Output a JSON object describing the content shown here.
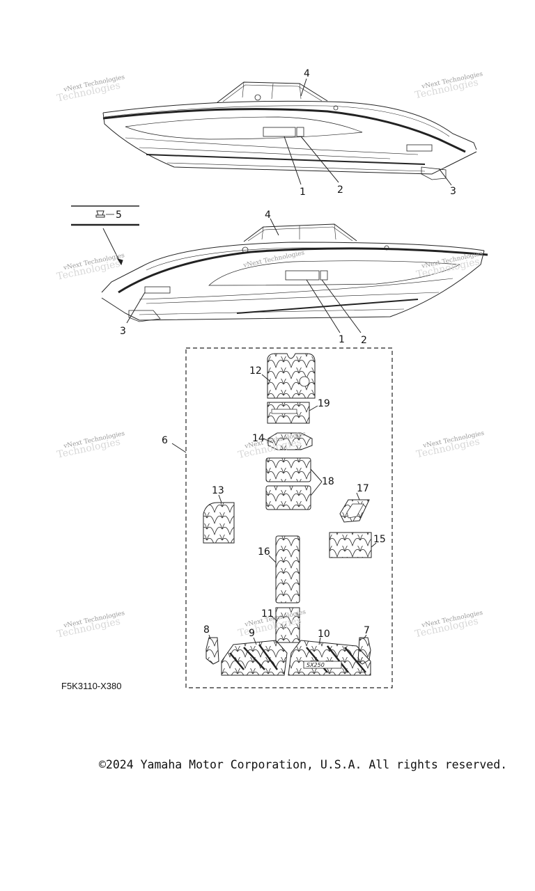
{
  "diagram": {
    "code": "F5K3110-X380",
    "copyright": "©2024 Yamaha Motor Corporation, U.S.A. All rights reserved.",
    "watermark": "vNext Technologies",
    "callouts": {
      "c1": "1",
      "c2": "2",
      "c3": "3",
      "c4": "4",
      "c5": "5",
      "c6": "6",
      "c7": "7",
      "c8": "8",
      "c9": "9",
      "c10": "10",
      "c11": "11",
      "c12": "12",
      "c13": "13",
      "c14": "14",
      "c15": "15",
      "c16": "16",
      "c17": "17",
      "c18": "18",
      "c19": "19"
    }
  }
}
